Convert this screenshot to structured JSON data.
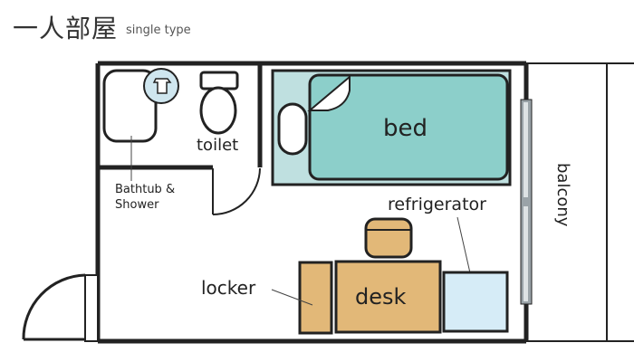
{
  "header": {
    "title": "一人部屋",
    "subtitle": "single type"
  },
  "rooms": {
    "toilet": "toilet",
    "bath": "Bathtub &",
    "bath_line2": "Shower",
    "bed": "bed",
    "refrigerator": "refrigerator",
    "balcony": "balcony",
    "locker": "locker",
    "desk": "desk"
  },
  "colors": {
    "wall": "#222222",
    "bed": "#8ccfca",
    "bed_frame": "#bfe0e0",
    "furniture": "#e2b878",
    "fridge": "#d6ecf7",
    "fixture": "#cfe6ef",
    "window": "#9aa3a8"
  }
}
